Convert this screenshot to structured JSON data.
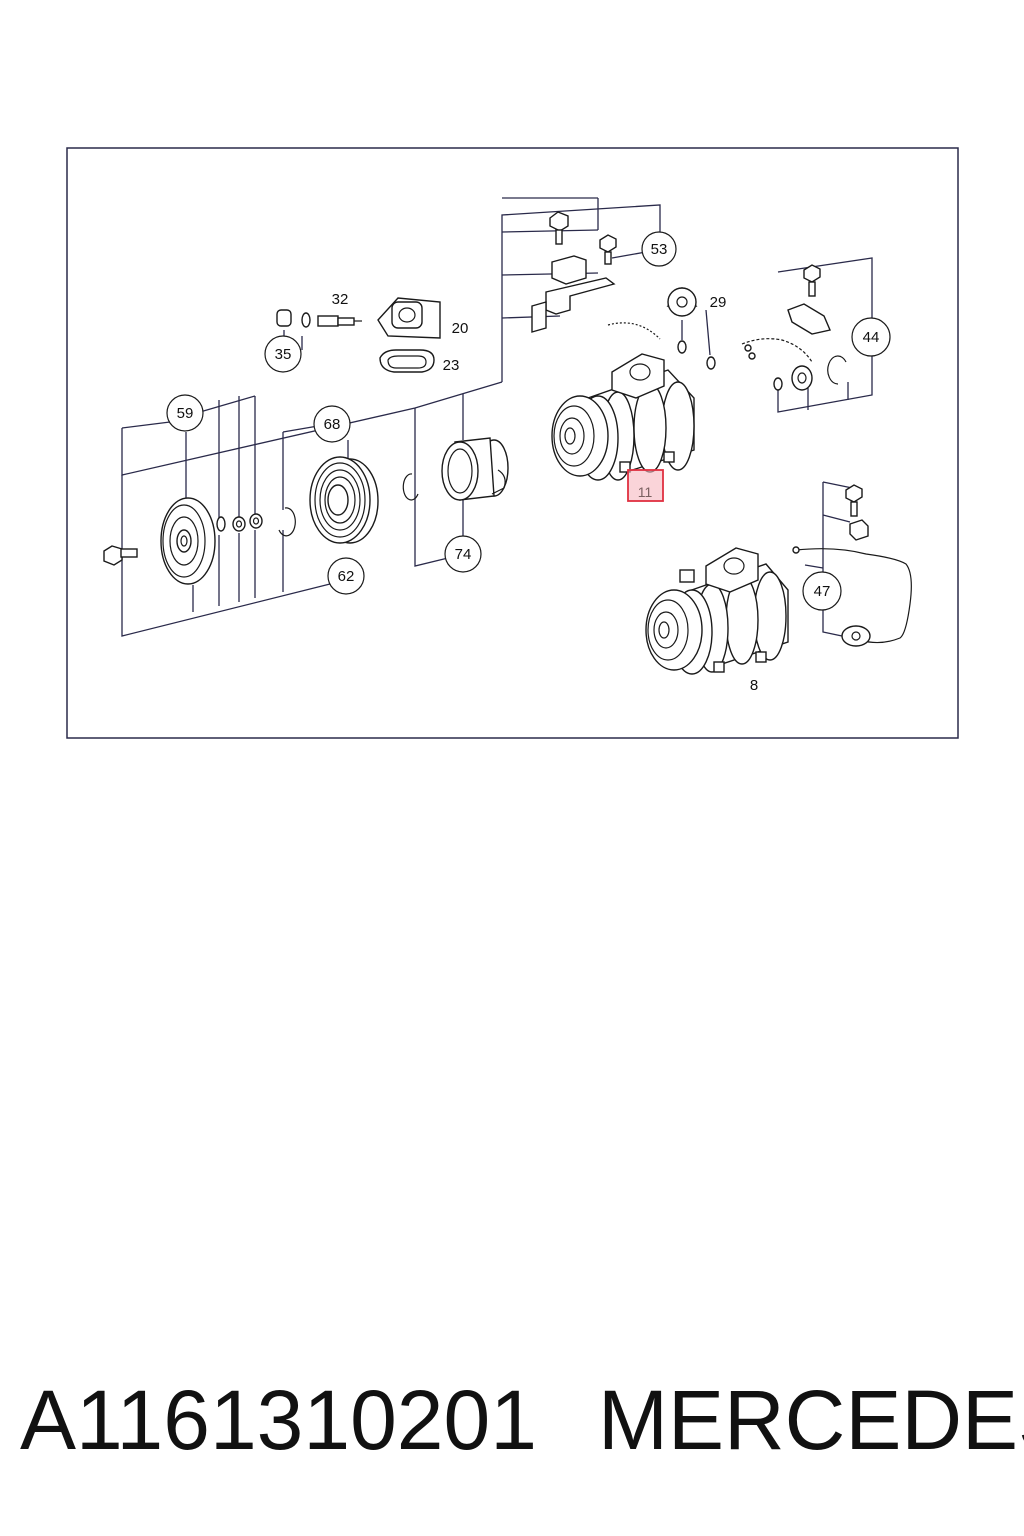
{
  "diagram": {
    "callouts_circled": [
      "53",
      "44",
      "35",
      "59",
      "68",
      "74",
      "62",
      "47"
    ],
    "callouts_plain": [
      "32",
      "20",
      "23",
      "29",
      "8"
    ],
    "highlighted_callout": "11",
    "highlight_color": "#e03040"
  },
  "caption": {
    "part_number": "A1161310201",
    "brand": "MERCEDES"
  }
}
